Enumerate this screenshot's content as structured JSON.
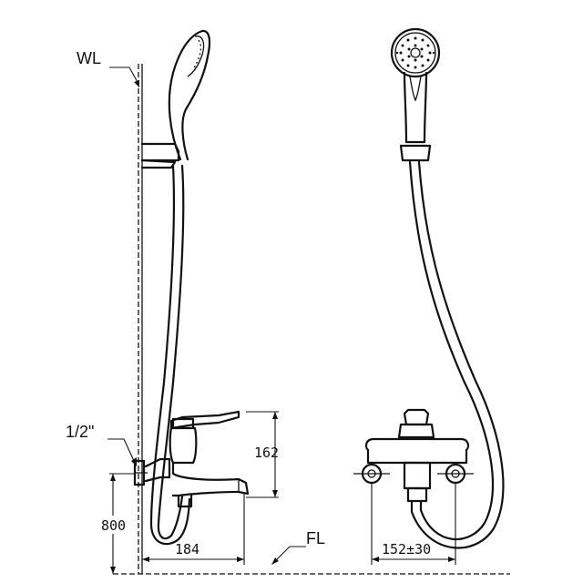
{
  "labels": {
    "wall_line": "WL",
    "pipe_size": "1/2\"",
    "floor_line": "FL"
  },
  "dimensions": {
    "mixer_height": "162",
    "floor_height": "800",
    "projection": "184",
    "center_distance": "152±30"
  }
}
